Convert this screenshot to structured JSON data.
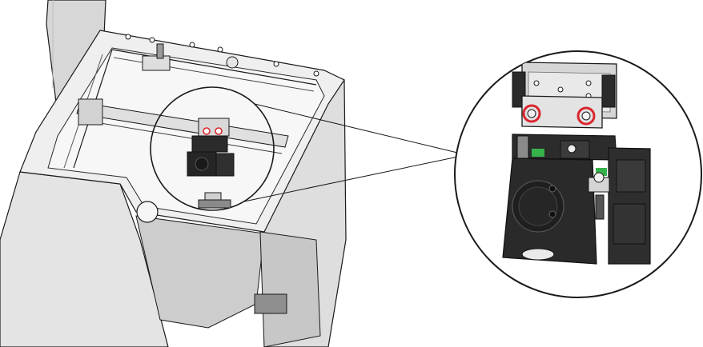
{
  "figure": {
    "subject": "printer-printhead-disassembly",
    "callouts": [
      {
        "name": "screw-callout-left",
        "color": "#d9262e"
      },
      {
        "name": "screw-callout-right",
        "color": "#d9262e"
      }
    ],
    "colors": {
      "outline": "#1a1a1a",
      "body_light": "#e7e7e7",
      "body_mid": "#cfcfcf",
      "dark_part": "#2b2b2b",
      "metal": "#d9d9d9",
      "accent_green": "#36b24a",
      "highlight_red": "#d9262e"
    },
    "icons": [
      "zoom-detail-circle",
      "screw-icon"
    ]
  }
}
